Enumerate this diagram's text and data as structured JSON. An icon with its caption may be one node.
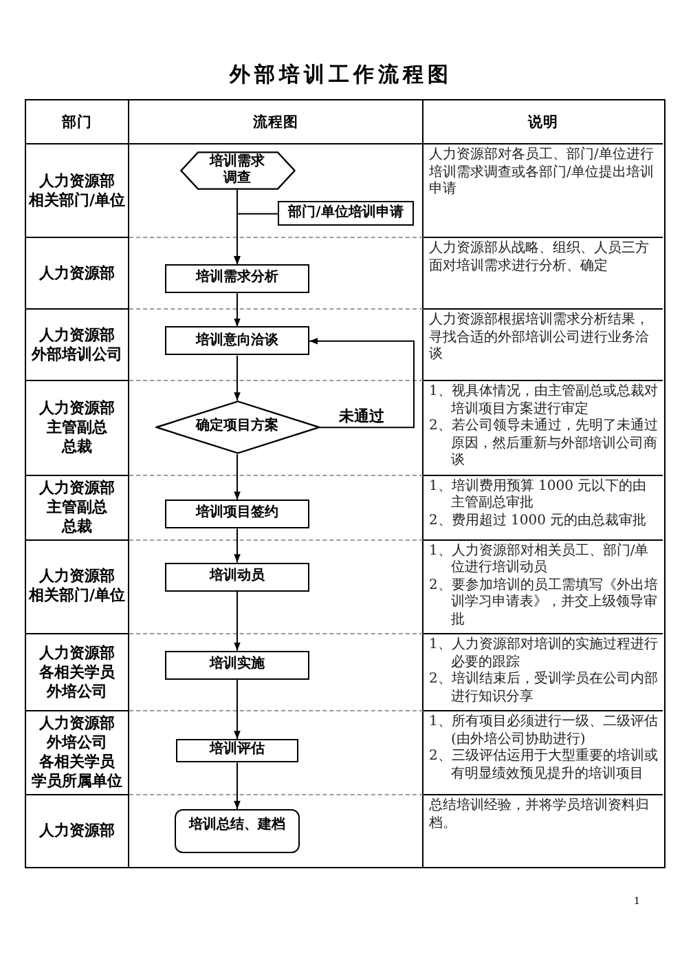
{
  "diagram": {
    "title": "外部培训工作流程图",
    "nodes": [
      {
        "text": [
          "培训需求调查"
        ]
      },
      {
        "text": [
          "部门/单位培训申请"
        ]
      },
      {
        "text": [
          "培训需求分析"
        ]
      },
      {
        "text": [
          "培训意向洽谈"
        ]
      },
      {
        "text": [
          "确定项目方案"
        ]
      },
      {
        "text": [
          "培训项目签约"
        ]
      },
      {
        "text": [
          "培训动员"
        ]
      },
      {
        "text": [
          "培训实施"
        ]
      },
      {
        "text": [
          "培训评估"
        ]
      },
      {
        "text": [
          "培训总结、建档"
        ]
      }
    ],
    "edges": [
      {
        "from": 0,
        "to": 2,
        "arrow": "to"
      },
      {
        "from": 1,
        "to": 2,
        "arrow": "to"
      },
      {
        "from": 2,
        "to": 3,
        "arrow": "to"
      },
      {
        "from": 3,
        "to": 4,
        "arrow": "to"
      },
      {
        "from": 4,
        "to": 3,
        "arrow": "to",
        "label": "未通过"
      },
      {
        "from": 4,
        "to": 5,
        "arrow": "to"
      },
      {
        "from": 5,
        "to": 6,
        "arrow": "to"
      },
      {
        "from": 6,
        "to": 7,
        "arrow": "to"
      },
      {
        "from": 7,
        "to": 8,
        "arrow": "to"
      },
      {
        "from": 8,
        "to": 9,
        "arrow": "to"
      }
    ],
    "labels": [
      "部门",
      "流程图",
      "说明",
      "人力资源部",
      "相关部门/单位",
      "人力资源部对各员工、部门/单位进行培训需求调查或各部门/单位提出培训申请",
      "人力资源部",
      "人力资源部从战略、组织、人员三方面对培训需求进行分析、确定",
      "人力资源部",
      "外部培训公司",
      "人力资源部根据培训需求分析结果，寻找合适的外部培训公司进行业务洽谈",
      "人力资源部",
      "主管副总",
      "总裁",
      "1、视具体情况，由主管副总或总裁对培训项目方案进行审定",
      "2、若公司领导未通过，先明了未通过原因，然后重新与外部培训公司商谈",
      "人力资源部",
      "主管副总",
      "总裁",
      "1、培训费用预算 1000 元以下的由主管副总审批",
      "2、费用超过 1000 元的由总裁审批",
      "人力资源部",
      "相关部门/单位",
      "1、人力资源部对相关员工、部门/单位进行培训动员",
      "2、要参加培训的员工需填写《外出培训学习申请表》，并交上级领导审批",
      "人力资源部",
      "各相关学员",
      "外培公司",
      "1、人力资源部对培训的实施过程进行必要的跟踪",
      "2、培训结束后，受训学员在公司内部进行知识分享",
      "人力资源部",
      "外培公司",
      "各相关学员",
      "学员所属单位",
      "1、所有项目必须进行一级、二级评估(由外培公司协助进行)",
      "2、三级评估运用于大型重要的培训或有明显绩效预见提升的培训项目",
      "人力资源部",
      "总结培训经验，并将学员培训资料归档。",
      "1"
    ]
  }
}
